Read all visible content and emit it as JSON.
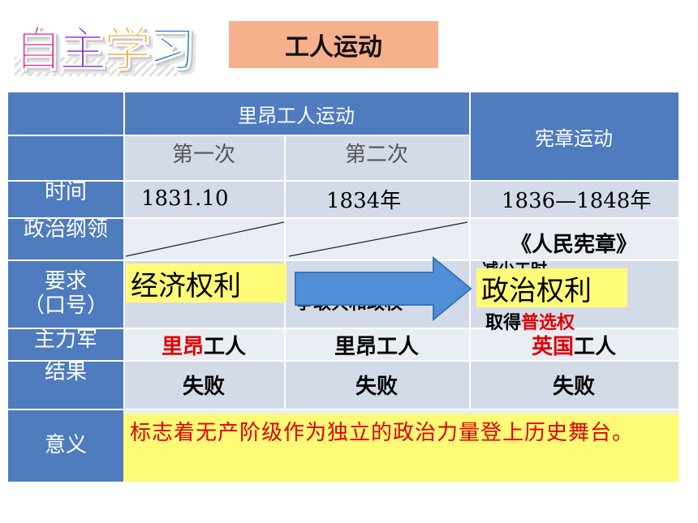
{
  "header": {
    "logo_chars": [
      "自",
      "主",
      "学",
      "习"
    ],
    "logo_colors": [
      "#e62e8c",
      "#8a2be2",
      "#f0a020",
      "#2f7fd8"
    ],
    "title": "工人运动"
  },
  "table": {
    "lyon_header": "里昂工人运动",
    "charter_header": "宪章运动",
    "first": "第一次",
    "second": "第二次",
    "labels": {
      "time": "时间",
      "program": "政治纲领",
      "demand_1": "要求",
      "demand_2": "（口号）",
      "main_force": "主力军",
      "result": "结果",
      "significance": "意义"
    },
    "time": [
      "1831.10",
      "1834年",
      "1836—1848年"
    ],
    "program_charter": "《人民宪章》",
    "demand_economic": "经济权利",
    "demand_political": "政治权利",
    "demand_hidden_text": "争取共和政权",
    "demand_charter_top": "减少工时",
    "demand_charter_bottom_pre": "取得",
    "demand_charter_bottom_red": "普选权",
    "main_force": {
      "c1_red": "里昂",
      "c1_black": "工人",
      "c2": "里昂工人",
      "c3_red": "英国",
      "c3_black": "工人"
    },
    "result": [
      "失败",
      "失败",
      "失败"
    ],
    "significance": "标志着无产阶级作为独立的政治力量登上历史舞台。"
  },
  "colors": {
    "header_blue": "#4f7bbf",
    "row_light": "#d3dbe9",
    "row_pale": "#e9edf4",
    "title_box": "#f6b08b",
    "highlight_yellow": "#fffb77",
    "arrow_blue": "#4f8fd8",
    "accent_red": "#e00000"
  }
}
